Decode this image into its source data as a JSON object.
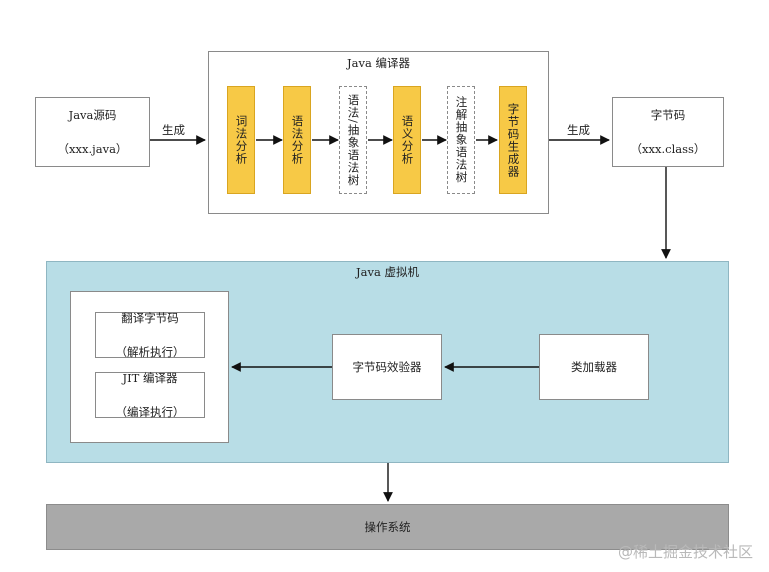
{
  "source": {
    "line1": "Java源码",
    "line2": "（xxx.java）"
  },
  "compiler": {
    "title": "Java 编译器",
    "stages": [
      {
        "text": "词法分析",
        "style": "solid"
      },
      {
        "text": "语法分析",
        "style": "solid"
      },
      {
        "text": "语法/抽象语法树",
        "style": "dashed"
      },
      {
        "text": "语义分析",
        "style": "solid"
      },
      {
        "text": "注解抽象语法树",
        "style": "dashed"
      },
      {
        "text": "字节码生成器",
        "style": "solid"
      }
    ]
  },
  "edge_labels": {
    "generate_left": "生成",
    "generate_right": "生成"
  },
  "bytecode": {
    "line1": "字节码",
    "line2": "（xxx.class）"
  },
  "jvm": {
    "title": "Java 虚拟机",
    "interpreter": {
      "line1": "翻译字节码",
      "line2": "（解析执行）"
    },
    "jit": {
      "line1": "JIT 编译器",
      "line2": "（编译执行）"
    },
    "verifier": "字节码效验器",
    "class_loader": "类加载器"
  },
  "os": "操作系统",
  "watermark": "@稀土掘金技术社区",
  "colors": {
    "stage_fill": "#f7c946",
    "jvm_fill": "#b8dde6",
    "os_fill": "#a9a9a9"
  }
}
